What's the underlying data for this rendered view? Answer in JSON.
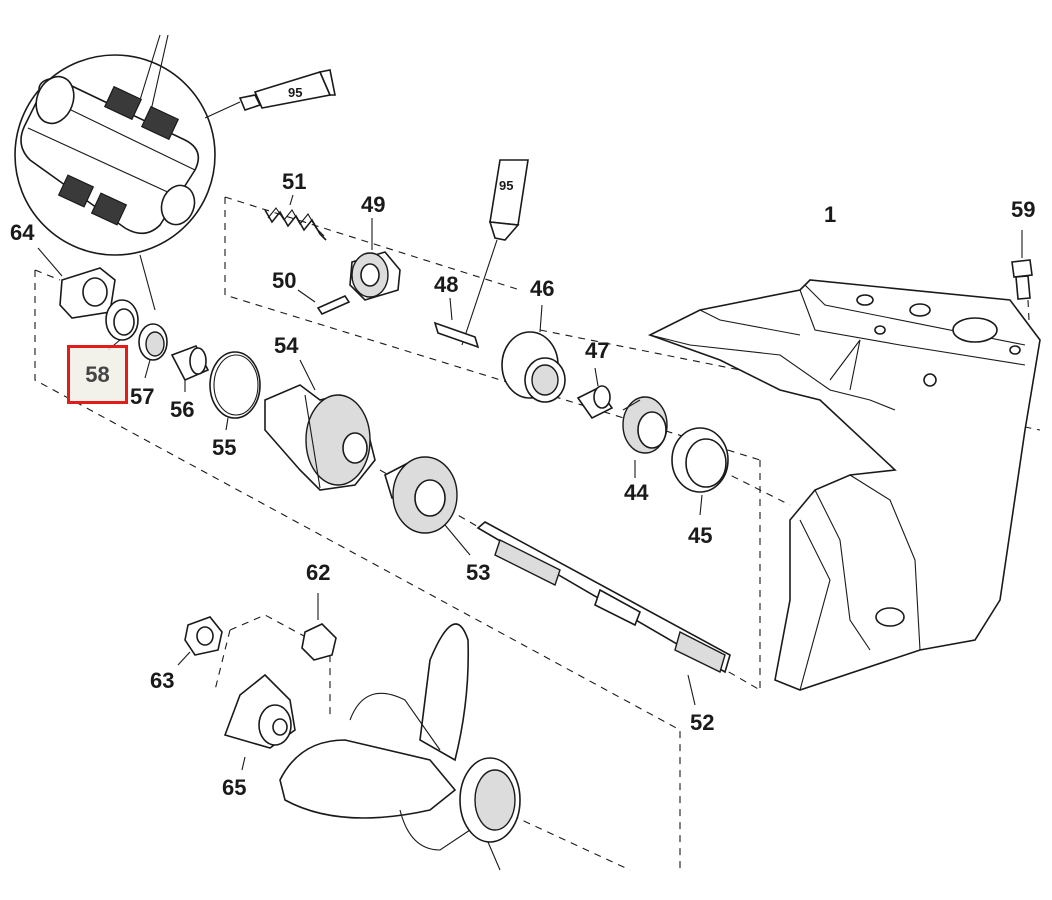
{
  "labels": {
    "l1": "1",
    "l44": "44",
    "l45": "45",
    "l46": "46",
    "l47": "47",
    "l48": "48",
    "l49": "49",
    "l50": "50",
    "l51": "51",
    "l52": "52",
    "l53": "53",
    "l54": "54",
    "l55": "55",
    "l56": "56",
    "l57": "57",
    "l58": "58",
    "l59": "59",
    "l62": "62",
    "l63": "63",
    "l64": "64",
    "l65": "65"
  },
  "tubes": {
    "tube_top": "95",
    "tube_mid": "95"
  },
  "highlight": {
    "label": "58",
    "color": "#e21b1b"
  }
}
